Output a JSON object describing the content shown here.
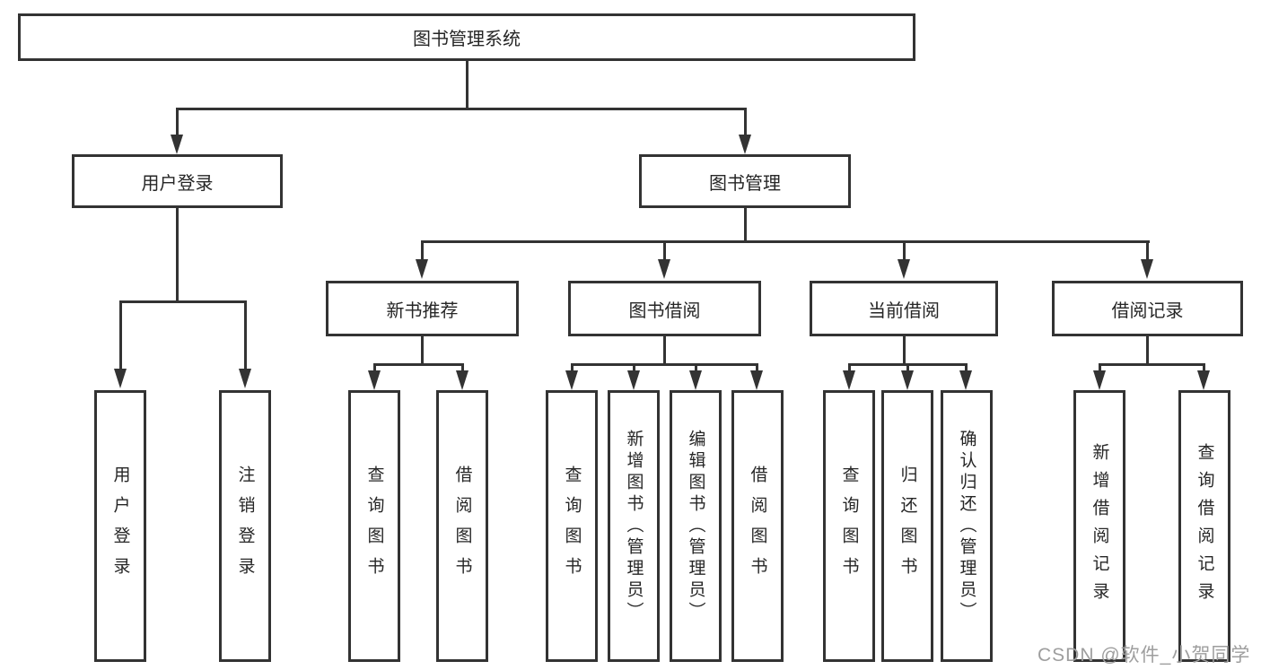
{
  "diagram": {
    "root": {
      "label": "图书管理系统"
    },
    "level2": {
      "user_login": {
        "label": "用户登录"
      },
      "book_mgmt": {
        "label": "图书管理"
      }
    },
    "level3": {
      "new_book_rec": {
        "label": "新书推荐"
      },
      "book_borrow": {
        "label": "图书借阅"
      },
      "current_borrow": {
        "label": "当前借阅"
      },
      "borrow_records": {
        "label": "借阅记录"
      }
    },
    "leaves": {
      "login": {
        "label": "用户登录"
      },
      "logout": {
        "label": "注销登录"
      },
      "rec_query_book": {
        "label": "查询图书"
      },
      "rec_borrow_book": {
        "label": "借阅图书"
      },
      "bb_query_book": {
        "label": "查询图书"
      },
      "bb_add_book": {
        "label": "新增图书（管理员）"
      },
      "bb_edit_book": {
        "label": "编辑图书（管理员）"
      },
      "bb_borrow_book": {
        "label": "借阅图书"
      },
      "cb_query_book": {
        "label": "查询图书"
      },
      "cb_return_book": {
        "label": "归还图书"
      },
      "cb_confirm_return": {
        "label": "确认归还（管理员）"
      },
      "br_add_record": {
        "label": "新增借阅记录"
      },
      "br_query_record": {
        "label": "查询借阅记录"
      }
    }
  },
  "watermark": {
    "text": "CSDN @软件_小贺同学"
  },
  "colors": {
    "line": "#333333",
    "text": "#262626",
    "background": "#ffffff",
    "watermark": "#9e9e9e"
  }
}
